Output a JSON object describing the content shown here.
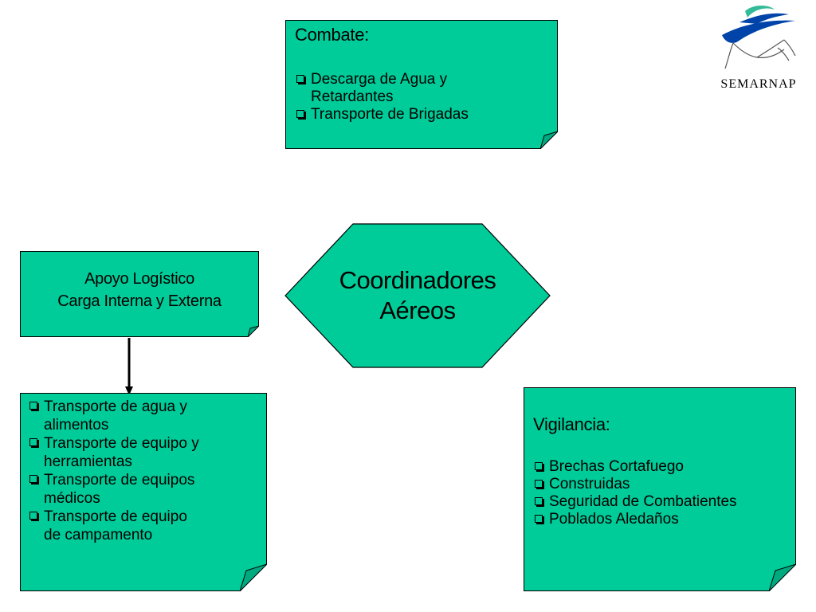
{
  "combate": {
    "title": "Combate:",
    "items": [
      "Descarga de Agua y",
      "Retardantes",
      "Transporte de Brigadas"
    ]
  },
  "center": {
    "line1": "Coordinadores",
    "line2": "Aéreos"
  },
  "apoyo": {
    "line1": "Apoyo Logístico",
    "line2": "Carga Interna y Externa"
  },
  "transporte": {
    "items": [
      "Transporte de agua y",
      "alimentos",
      "Transporte de equipo y",
      "herramientas",
      "Transporte de equipos",
      "médicos",
      "Transporte de equipo",
      "de campamento"
    ]
  },
  "vigilancia": {
    "title": "Vigilancia:",
    "items": [
      "Brechas Cortafuego",
      "Construidas",
      "Seguridad de Combatientes",
      "Poblados Aledaños"
    ]
  },
  "logo": {
    "text": "SEMARNAP",
    "icon": "semarnap-logo-icon"
  },
  "colors": {
    "note_fill": "#00cc99",
    "outline": "#000000",
    "logo_blue": "#0044aa",
    "logo_green": "#33bb99"
  }
}
